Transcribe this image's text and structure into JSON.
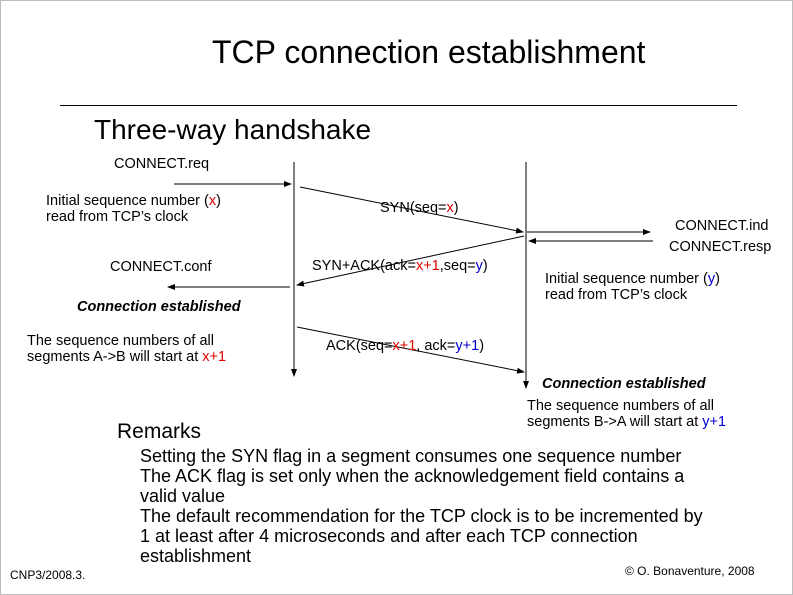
{
  "title": "TCP connection establishment",
  "subtitle": "Three-way handshake",
  "left": {
    "connect_req": "CONNECT.req",
    "initial_seq_line1_prefix": "Initial sequence number (",
    "initial_seq_var": "x",
    "initial_seq_line1_suffix": ")",
    "initial_seq_line2": "read from TCP’s clock",
    "connect_conf": "CONNECT.conf",
    "connection_established": "Connection established",
    "seq_note_line1": "The sequence numbers of all",
    "seq_note_line2_prefix": "segments A->B will start at ",
    "seq_note_value": "x+1"
  },
  "messages": {
    "syn_prefix": "SYN(seq=",
    "syn_var": "x",
    "syn_suffix": ")",
    "synack_prefix": "SYN+ACK(ack=",
    "synack_ack": "x+1",
    "synack_mid": ",seq=",
    "synack_seq": "y",
    "synack_suffix": ")",
    "ack_prefix": "ACK(seq=",
    "ack_seq": "x+1",
    "ack_mid": ", ack=",
    "ack_ack": "y+1",
    "ack_suffix": ")"
  },
  "right": {
    "connect_ind": "CONNECT.ind",
    "connect_resp": "CONNECT.resp",
    "initial_seq_line1_prefix": "Initial sequence number (",
    "initial_seq_var": "y",
    "initial_seq_line1_suffix": ")",
    "initial_seq_line2": "read from TCP’s clock",
    "connection_established": "Connection established",
    "seq_note_line1": "The sequence numbers of all",
    "seq_note_line2_prefix": "segments B->A will start at ",
    "seq_note_value": "y+1"
  },
  "remarks": {
    "heading": "Remarks",
    "items": [
      "Setting the SYN flag in a segment consumes one sequence number",
      "The ACK flag is set only when the acknowledgement field contains a",
      "valid value",
      "The default recommendation for the TCP clock is to be incremented by",
      "1 at least after 4 microseconds and after each TCP connection",
      "establishment"
    ]
  },
  "footer": {
    "left": "CNP3/2008.3.",
    "right": "© O. Bonaventure, 2008"
  },
  "colors": {
    "red": "#e00000",
    "blue": "#0000d0"
  }
}
